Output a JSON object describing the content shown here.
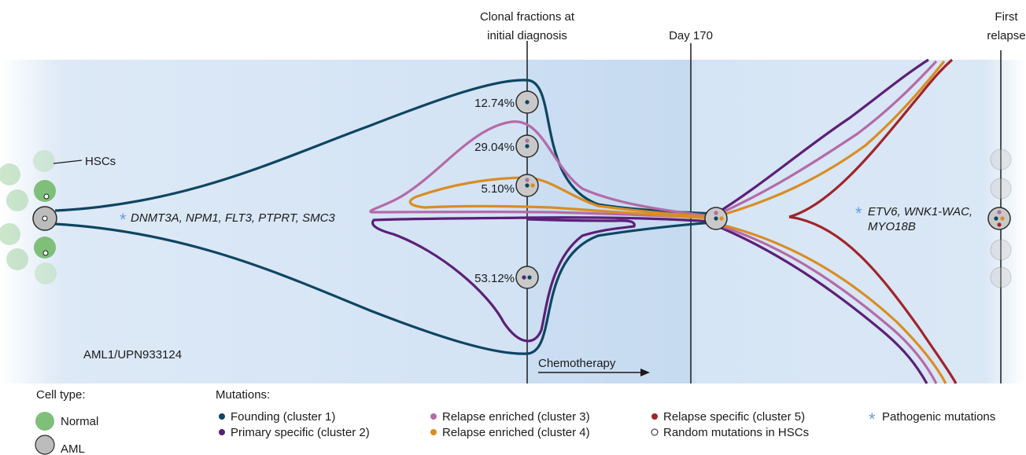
{
  "header": {
    "col1_line1": "Clonal fractions at",
    "col1_line2": "initial diagnosis",
    "col2": "Day 170",
    "col3_line1": "First",
    "col3_line2": "relapse"
  },
  "labels": {
    "hscs": "HSCs",
    "patient_id": "AML1/UPN933124",
    "chemotherapy": "Chemotherapy",
    "founding_mutations": "DNMT3A, NPM1, FLT3, PTPRT, SMC3",
    "relapse_mutations_line1": "ETV6, WNK1-WAC,",
    "relapse_mutations_line2": "MYO18B",
    "asterisk": "*"
  },
  "fractions": [
    "12.74%",
    "29.04%",
    "5.10%",
    "53.12%"
  ],
  "legend": {
    "cell_type_title": "Cell type:",
    "normal": "Normal",
    "aml": "AML",
    "mutations_title": "Mutations:",
    "items": [
      {
        "label": "Founding (cluster 1)",
        "color": "#0e4562"
      },
      {
        "label": "Primary specific (cluster 2)",
        "color": "#5c1f78"
      },
      {
        "label": "Relapse enriched (cluster 3)",
        "color": "#b56aa8"
      },
      {
        "label": "Relapse enriched (cluster 4)",
        "color": "#d98d23"
      },
      {
        "label": "Relapse specific (cluster 5)",
        "color": "#a0242a"
      },
      {
        "label": "Random mutations in HSCs",
        "color": "#ffffff"
      },
      {
        "label": "Pathogenic mutations",
        "color": "#6a9fd8"
      }
    ]
  },
  "colors": {
    "founding": "#0e4562",
    "primary": "#5c1f78",
    "relapse3": "#b56aa8",
    "relapse4": "#d98d23",
    "relapse5": "#a0242a",
    "normal_cell": "#7fbf7a",
    "aml_cell": "#bcbcbc",
    "band": "#cfe0f3",
    "band_light": "#e4eef9",
    "pathogenic": "#6a9fd8"
  }
}
